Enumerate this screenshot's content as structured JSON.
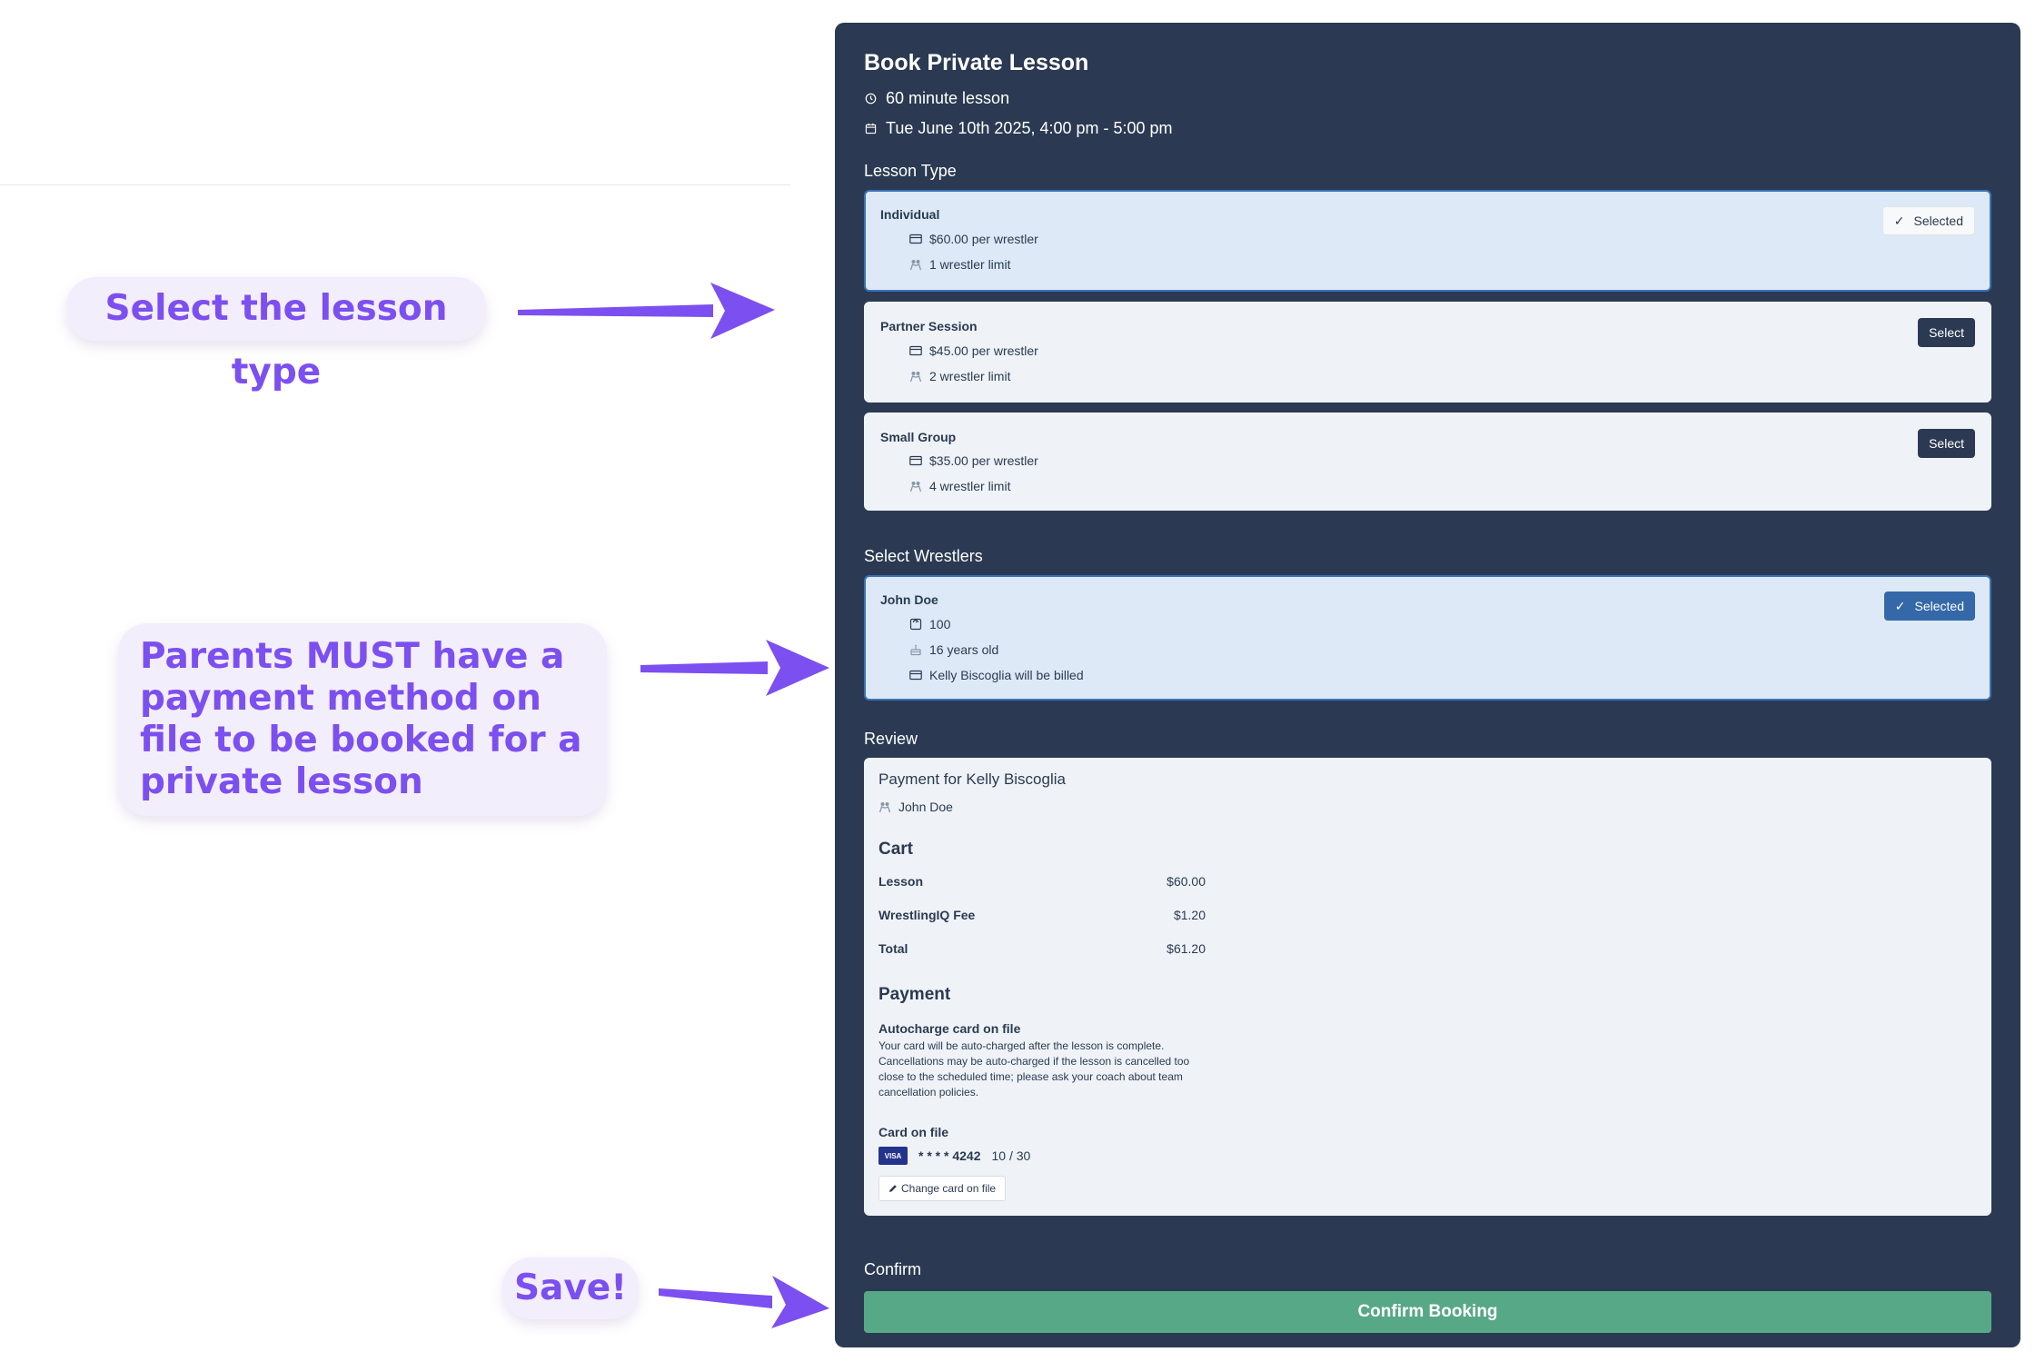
{
  "annotations": {
    "lesson_type": "Select the lesson type",
    "payment_note": "Parents MUST have a payment method on file to be booked for a private lesson",
    "save": "Save!",
    "arrow_color": "#7c4ff0"
  },
  "panel": {
    "title": "Book Private Lesson",
    "duration": "60 minute lesson",
    "datetime": "Tue June 10th 2025, 4:00 pm - 5:00 pm",
    "bg_color": "#2b3a52"
  },
  "lesson_type": {
    "label": "Lesson Type",
    "options": [
      {
        "name": "Individual",
        "price": "$60.00 per wrestler",
        "limit": "1 wrestler limit",
        "button": "Selected",
        "selected": true
      },
      {
        "name": "Partner Session",
        "price": "$45.00 per wrestler",
        "limit": "2 wrestler limit",
        "button": "Select",
        "selected": false
      },
      {
        "name": "Small Group",
        "price": "$35.00 per wrestler",
        "limit": "4 wrestler limit",
        "button": "Select",
        "selected": false
      }
    ]
  },
  "wrestlers": {
    "label": "Select Wrestlers",
    "items": [
      {
        "name": "John Doe",
        "weight": "100",
        "age": "16 years old",
        "billing": "Kelly Biscoglia will be billed",
        "button": "Selected"
      }
    ]
  },
  "review": {
    "label": "Review",
    "payment_for": "Payment for Kelly Biscoglia",
    "wrestler": "John Doe",
    "cart_title": "Cart",
    "cart": [
      {
        "item": "Lesson",
        "amount": "$60.00"
      },
      {
        "item": "WrestlingIQ Fee",
        "amount": "$1.20"
      },
      {
        "item": "Total",
        "amount": "$61.20"
      }
    ],
    "payment_title": "Payment",
    "autocharge_title": "Autocharge card on file",
    "autocharge_text": "Your card will be auto-charged after the lesson is complete. Cancellations may be auto-charged if the lesson is cancelled too close to the scheduled time; please ask your coach about team cancellation policies.",
    "card_title": "Card on file",
    "card_brand": "VISA",
    "card_masked": "* * * * 4242",
    "card_expiry": "10 / 30",
    "change_card": "Change card on file"
  },
  "confirm": {
    "label": "Confirm",
    "button": "Confirm Booking",
    "color": "#57a886"
  }
}
